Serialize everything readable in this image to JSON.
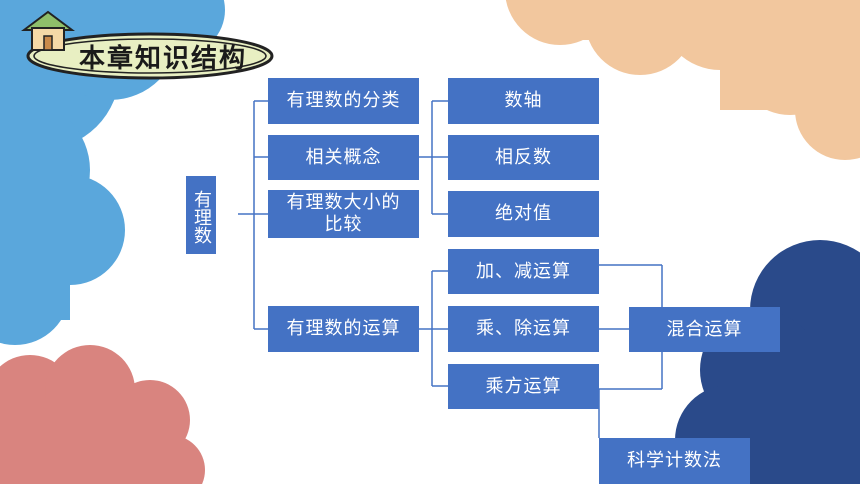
{
  "colors": {
    "box": "#4472c4",
    "line": "#4472c4",
    "cloud_blue": "#5aa7dc",
    "cloud_navy": "#2a4a8a",
    "cloud_peach": "#f2c79e",
    "cloud_pink": "#d9847f",
    "title_badge": "#e8efc2",
    "title_border": "#222222"
  },
  "header": {
    "title": "本章知识结构"
  },
  "diagram": {
    "root": "有理数",
    "level1": [
      "有理数的分类",
      "相关概念",
      "有理数大小的比较",
      "有理数的运算"
    ],
    "concepts": [
      "数轴",
      "相反数",
      "绝对值"
    ],
    "operations": [
      "加、减运算",
      "乘、除运算",
      "乘方运算"
    ],
    "mixed": "混合运算",
    "scientific": "科学计数法"
  }
}
